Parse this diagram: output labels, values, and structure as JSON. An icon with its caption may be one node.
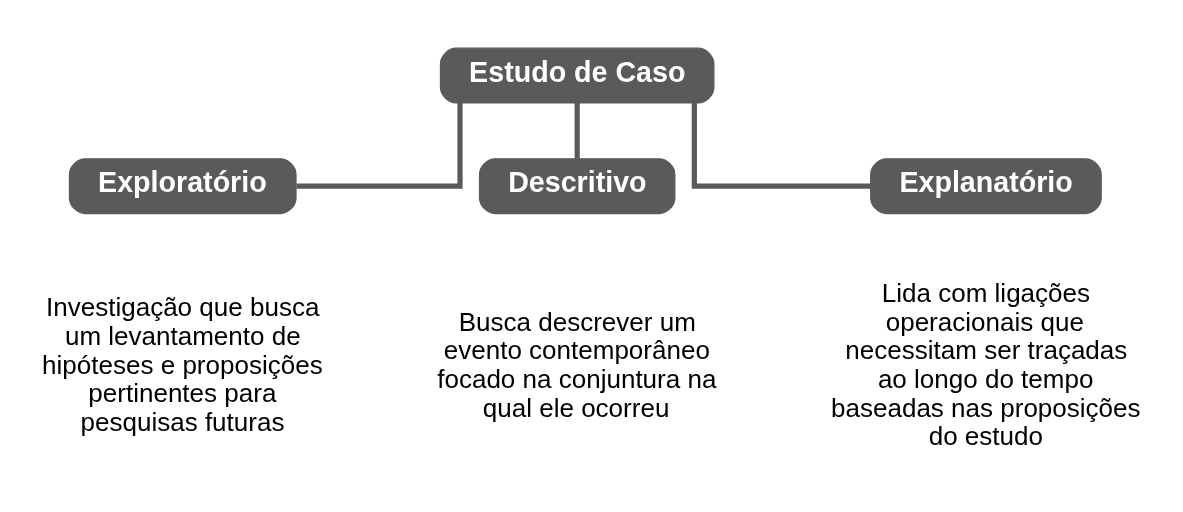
{
  "diagram": {
    "nodes": [
      {
        "text": [
          "Estudo de Caso"
        ]
      },
      {
        "text": [
          "Exploratório"
        ],
        "beside": [
          "Investigação que busca um levantamento de hipóteses e proposições pertinentes para pesquisas futuras"
        ]
      },
      {
        "text": [
          "Descritivo"
        ],
        "beside": [
          "Busca descrever um evento contemporâneo focado na conjuntura na qual ele ocorreu"
        ]
      },
      {
        "text": [
          "Explanatório"
        ],
        "beside": [
          "Lida com ligações operacionais que necessitam ser traçadas ao longo do tempo baseadas nas proposições do estudo"
        ]
      }
    ],
    "edges": [
      {
        "from": 0,
        "to": 1,
        "arrow": "none"
      },
      {
        "from": 0,
        "to": 2,
        "arrow": "none"
      },
      {
        "from": 0,
        "to": 3,
        "arrow": "none"
      }
    ]
  }
}
